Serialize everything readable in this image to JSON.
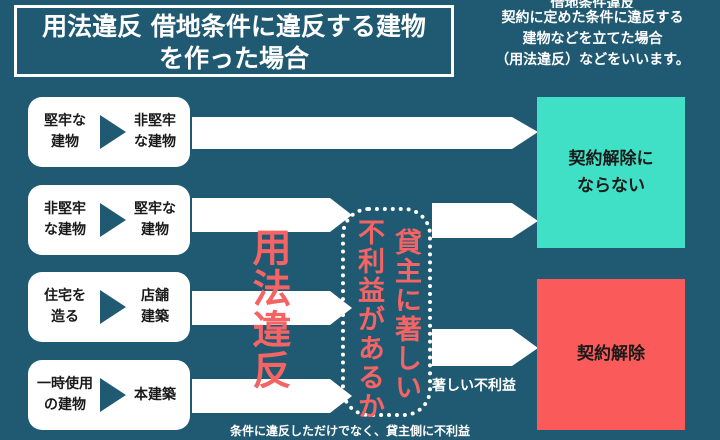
{
  "title": {
    "line1": "用法違反 借地条件に違反する建物",
    "line2": "を作った場合"
  },
  "note": {
    "line0": "借地条件違反",
    "line1": "契約に定めた条件に違反する",
    "line2": "建物などを立てた場合",
    "line3": "（用法違反）などをいいます。"
  },
  "cases": [
    {
      "from_1": "堅牢な",
      "from_2": "建物",
      "to_1": "非堅牢",
      "to_2": "な建物"
    },
    {
      "from_1": "非堅牢",
      "from_2": "な建物",
      "to_1": "堅牢な",
      "to_2": "建物"
    },
    {
      "from_1": "住宅を",
      "from_2": "造る",
      "to_1": "店舗",
      "to_2": "建築"
    },
    {
      "from_1": "一時使用",
      "from_2": "の建物",
      "to_1": "本建築",
      "to_2": ""
    }
  ],
  "violation_label": "用法違反",
  "question_label": "貸主に著しい不利益があるか",
  "question_line1": "貸主に著しい",
  "question_line2": "不利益があるか",
  "outcomes": {
    "ok_line1": "契約解除に",
    "ok_line2": "ならない",
    "cancel": "契約解除"
  },
  "cancel_condition": "著しい不利益",
  "bottom_note": "条件に違反しただけでなく、貸主側に不利益",
  "colors": {
    "background": "#1f5a72",
    "ok_box": "#40e0c6",
    "cancel_box": "#fa5a5a",
    "accent_text": "#f56464"
  }
}
